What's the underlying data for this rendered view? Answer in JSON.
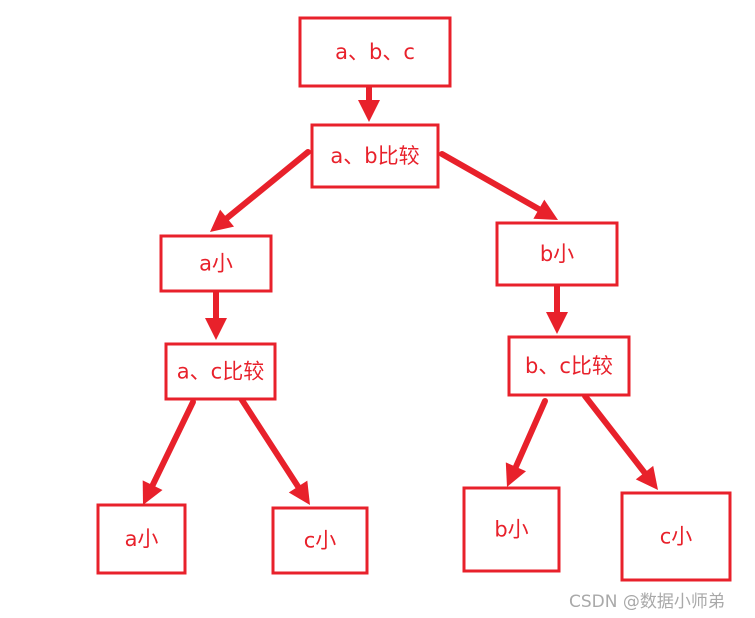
{
  "diagram": {
    "nodes": [
      {
        "id": "root",
        "label": "a、b、c"
      },
      {
        "id": "ab",
        "label": "a、b比较"
      },
      {
        "id": "a_small",
        "label": "a小"
      },
      {
        "id": "b_small",
        "label": "b小"
      },
      {
        "id": "ac",
        "label": "a、c比较"
      },
      {
        "id": "bc",
        "label": "b、c比较"
      },
      {
        "id": "leaf_a",
        "label": "a小"
      },
      {
        "id": "leaf_c1",
        "label": "c小"
      },
      {
        "id": "leaf_b",
        "label": "b小"
      },
      {
        "id": "leaf_c2",
        "label": "c小"
      }
    ],
    "edges": [
      {
        "from": "root",
        "to": "ab"
      },
      {
        "from": "ab",
        "to": "a_small"
      },
      {
        "from": "ab",
        "to": "b_small"
      },
      {
        "from": "a_small",
        "to": "ac"
      },
      {
        "from": "b_small",
        "to": "bc"
      },
      {
        "from": "ac",
        "to": "leaf_a"
      },
      {
        "from": "ac",
        "to": "leaf_c1"
      },
      {
        "from": "bc",
        "to": "leaf_b"
      },
      {
        "from": "bc",
        "to": "leaf_c2"
      }
    ],
    "colors": {
      "accent": "#e8212b"
    }
  },
  "watermark": "CSDN @数据小师弟"
}
